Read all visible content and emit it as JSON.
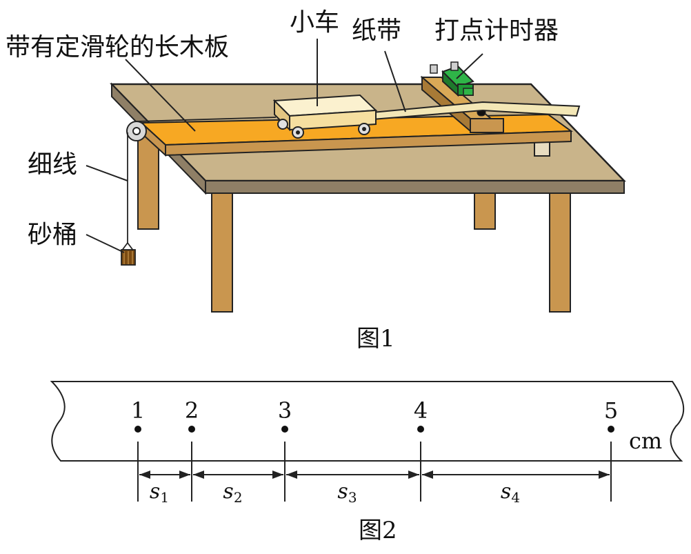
{
  "figure1": {
    "labels": {
      "board": "带有定滑轮的长木板",
      "cart": "小车",
      "tape": "纸带",
      "timer": "打点计时器",
      "string": "细线",
      "bucket": "砂桶"
    },
    "caption": "图1"
  },
  "figure2": {
    "points": [
      "1",
      "2",
      "3",
      "4",
      "5"
    ],
    "unit": "cm",
    "segments": [
      {
        "var": "s",
        "sub": "1"
      },
      {
        "var": "s",
        "sub": "2"
      },
      {
        "var": "s",
        "sub": "3"
      },
      {
        "var": "s",
        "sub": "4"
      }
    ],
    "caption": "图2"
  },
  "colors": {
    "table_top": "#c9b48a",
    "table_edge": "#8f7f66",
    "leg": "#c9964f",
    "board": "#f7a823",
    "board_side": "#c9964f",
    "cart": "#f6dfa0",
    "tape": "#f3e7b6",
    "timer": "#1e9a35"
  }
}
